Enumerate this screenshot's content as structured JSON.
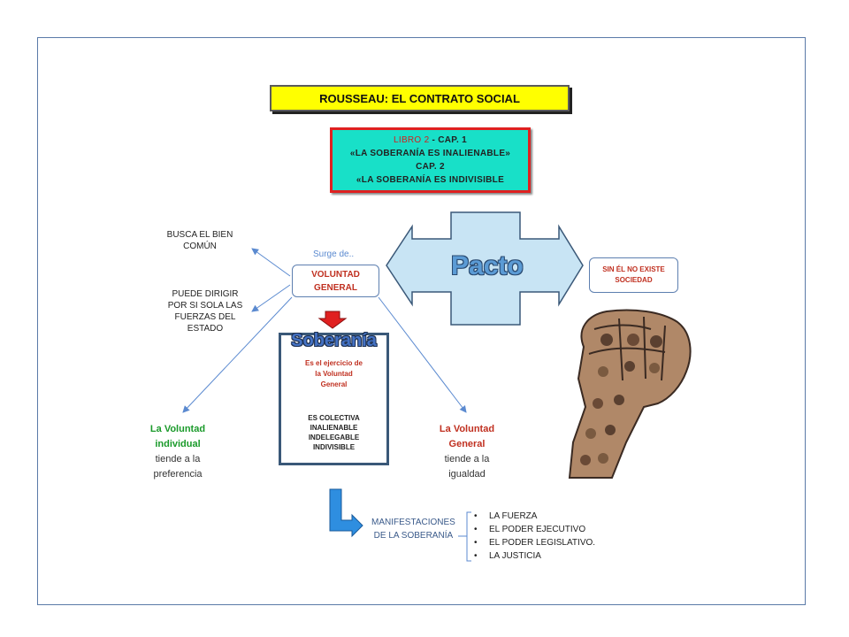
{
  "title": "ROUSSEAU: EL CONTRATO SOCIAL",
  "libro": {
    "line1_red": "LIBRO 2",
    "line1_rest": " - CAP. 1",
    "line2": "«LA SOBERANÍA ES INALIENABLE»",
    "line3": "CAP. 2",
    "line4": "«LA SOBERANÍA ES INDIVISIBLE"
  },
  "left_texts": {
    "busca_l1": "BUSCA EL BIEN",
    "busca_l2": "COMÚN",
    "puede_l1": "PUEDE DIRIGIR",
    "puede_l2": "POR SI SOLA LAS",
    "puede_l3": "FUERZAS DEL",
    "puede_l4": "ESTADO"
  },
  "surge": "Surge de..",
  "voluntad_general_box": {
    "l1": "VOLUNTAD",
    "l2": "GENERAL"
  },
  "pacto": "Pacto",
  "sin_box": {
    "l1": "SIN ÉL NO EXISTE",
    "l2": "SOCIEDAD"
  },
  "soberania": {
    "title": "Soberanía",
    "ejercicio_l1": "Es el ejercicio de",
    "ejercicio_l2": "la Voluntad",
    "ejercicio_l3": "General",
    "props": [
      "ES COLECTIVA",
      "INALIENABLE",
      "INDELEGABLE",
      "INDIVISIBLE"
    ]
  },
  "voluntad_individual": {
    "l1": "La Voluntad",
    "l2": "individual",
    "l3": "tiende a la",
    "l4": "preferencia"
  },
  "voluntad_general": {
    "l1": "La Voluntad",
    "l2": "General",
    "l3": "tiende a la",
    "l4": "igualdad"
  },
  "manifestaciones": {
    "l1": "MANIFESTACIONES",
    "l2": "DE LA SOBERANÍA",
    "items": [
      "LA FUERZA",
      "EL PODER EJECUTIVO",
      "EL PODER LEGISLATIVO.",
      "LA JUSTICIA"
    ]
  },
  "colors": {
    "title_bg": "#ffff00",
    "libro_bg": "#18e0c8",
    "libro_border": "#e02020",
    "cross_fill": "#c8e4f4",
    "cross_stroke": "#3a5878",
    "pacto_text": "#5b9bd5",
    "soberania_text": "#4472c4",
    "red_text": "#c03020",
    "green_text": "#1a9a2a",
    "arrow_red": "#e02020",
    "arrow_blue": "#2e8ee0"
  }
}
